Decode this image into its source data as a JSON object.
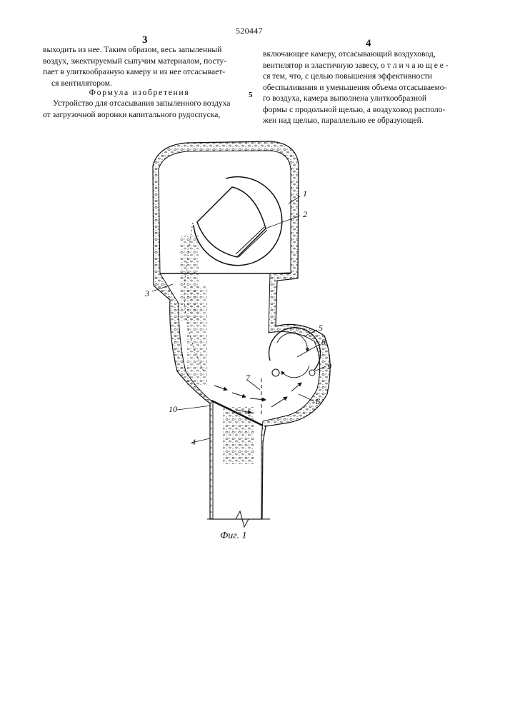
{
  "header": {
    "patent_number": "520447",
    "column_left_number": "3",
    "column_right_number": "4",
    "line_marker": "5"
  },
  "left_column": {
    "lines": [
      "выходить из нее. Таким образом, весь запыленный",
      "воздух, эжектируемый сыпучим материалом, посту-",
      "пает в улиткообразную камеру и из нее отсасывает-",
      "ся вентилятором."
    ],
    "heading": "Формула изобретения",
    "claim_lines": [
      "Устройство для отсасывания запыленного воздуха",
      "от загрузочной воронки капитального рудоспуска,"
    ]
  },
  "right_column": {
    "lines": [
      "включающее камеру, отсасывающий воздуховод,",
      "вентилятор и эластичную завесу, о т л и ч а ю щ е е -",
      "ся тем, что, с целью повышения эффективности",
      "обеспыливания и уменьшения объема отсасываемо-",
      "го воздуха, камера выполнена улиткообразной",
      "формы с продольной щелью, а воздуховод располо-",
      "жен над щелью, параллельно ее образующей."
    ]
  },
  "figure": {
    "caption": "Фиг. 1",
    "reference_numbers": [
      "1",
      "2",
      "3",
      "4",
      "5",
      "6",
      "7",
      "8",
      "9",
      "10"
    ]
  }
}
